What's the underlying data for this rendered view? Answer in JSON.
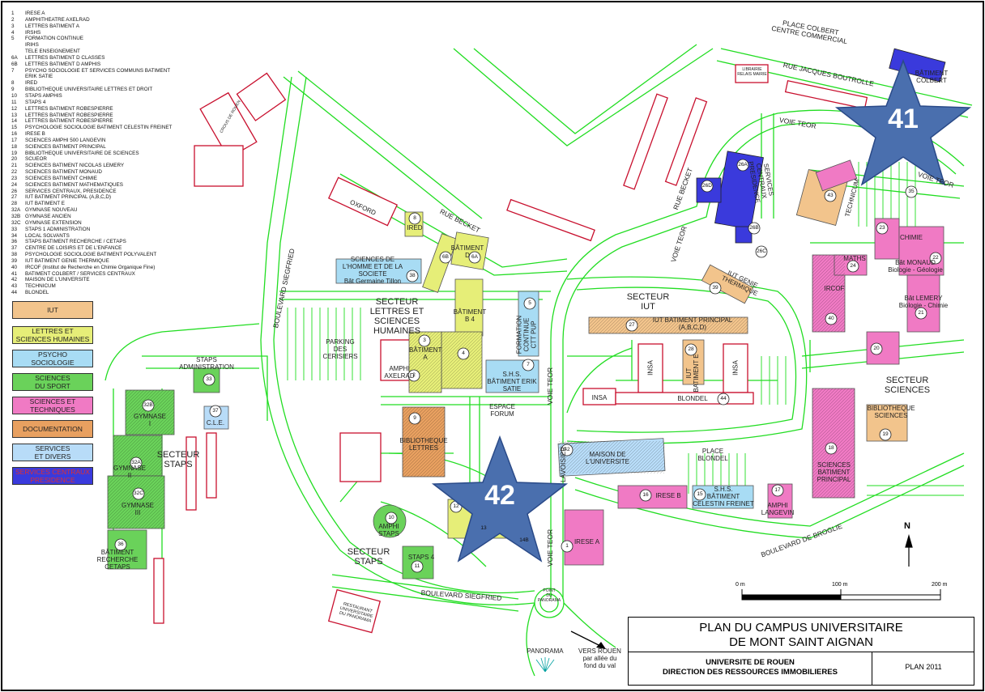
{
  "legend_entries": [
    {
      "num": "1",
      "name": "IRESE A"
    },
    {
      "num": "2",
      "name": "AMPHITHEATRE AXELRAD"
    },
    {
      "num": "3",
      "name": "LETTRES BATIMENT A"
    },
    {
      "num": "4",
      "name": "IRSHS"
    },
    {
      "num": "5",
      "name": "FORMATION CONTINUE"
    },
    {
      "num": "",
      "name": "IRIHS"
    },
    {
      "num": "",
      "name": "TELE ENSEIGNEMENT"
    },
    {
      "num": "6A",
      "name": "LETTRES BATIMENT D CLASSES"
    },
    {
      "num": "6B",
      "name": "LETTRES BATIMENT D AMPHIS"
    },
    {
      "num": "7",
      "name": "PSYCHO SOCIOLOGIE ET SERVICES COMMUNS BATIMENT"
    },
    {
      "num": "",
      "name": "ERIK SATIE"
    },
    {
      "num": "8",
      "name": "IRED"
    },
    {
      "num": "9",
      "name": "BIBLIOTHEQUE UNIVERSITAIRE LETTRES ET DROIT"
    },
    {
      "num": "10",
      "name": "STAPS AMPHIS"
    },
    {
      "num": "11",
      "name": "STAPS 4"
    },
    {
      "num": "12",
      "name": "LETTRES BATIMENT ROBESPIERRE"
    },
    {
      "num": "13",
      "name": "LETTRES BATIMENT ROBESPIERRE"
    },
    {
      "num": "14",
      "name": "LETTRES BATIMENT ROBESPIERRE"
    },
    {
      "num": "15",
      "name": "PSYCHOLOGIE SOCIOLOGIE BATIMENT CELESTIN FREINET"
    },
    {
      "num": "16",
      "name": "IRESE B"
    },
    {
      "num": "17",
      "name": "SCIENCES AMPHI 500 LANGEVIN"
    },
    {
      "num": "18",
      "name": "SCIENCES BATIMENT PRINCIPAL"
    },
    {
      "num": "19",
      "name": "BIBLIOTHEQUE UNIVERSITAIRE DE SCIENCES"
    },
    {
      "num": "20",
      "name": "SCUEOR"
    },
    {
      "num": "21",
      "name": "SCIENCES BATIMENT NICOLAS LEMERY"
    },
    {
      "num": "22",
      "name": "SCIENCES BATIMENT MONAUD"
    },
    {
      "num": "23",
      "name": "SCIENCES BATIMENT CHIMIE"
    },
    {
      "num": "24",
      "name": "SCIENCES BATIMENT MATHEMATIQUES"
    },
    {
      "num": "26",
      "name": "SERVICES CENTRAUX, PRESIDENCE"
    },
    {
      "num": "27",
      "name": "IUT BATIMENT PRINCIPAL (A,B,C,D)"
    },
    {
      "num": "28",
      "name": "IUT BATIMENT E"
    },
    {
      "num": "32A",
      "name": "GYMNASE NOUVEAU"
    },
    {
      "num": "32B",
      "name": "GYMNASE ANCIEN"
    },
    {
      "num": "32C",
      "name": "GYMNASE EXTENSION"
    },
    {
      "num": "33",
      "name": "STAPS 1 ADMINISTRATION"
    },
    {
      "num": "34",
      "name": "LOCAL SOLVANTS"
    },
    {
      "num": "36",
      "name": "STAPS BATIMENT RECHERCHE / CETAPS"
    },
    {
      "num": "37",
      "name": "CENTRE DE LOISIRS ET DE L'ENFANCE"
    },
    {
      "num": "38",
      "name": "PSYCHOLOGIE SOCIOLOGIE BATIMENT POLYVALENT"
    },
    {
      "num": "39",
      "name": "IUT BATIMENT GENIE THERMIQUE"
    },
    {
      "num": "40",
      "name": "IRCOF (Institut de Recherche en Chimie Organique Fine)"
    },
    {
      "num": "41",
      "name": "BATIMENT COLBERT / SERVICES CENTRAUX"
    },
    {
      "num": "42",
      "name": "MAISON DE L'UNIVERSITE"
    },
    {
      "num": "43",
      "name": "TECHNICUM"
    },
    {
      "num": "44",
      "name": "BLONDEL"
    }
  ],
  "categories": [
    {
      "label": "IUT",
      "color": "#f2c48c"
    },
    {
      "label": "LETTRES ET\nSCIENCES HUMAINES",
      "color": "#e6ee78"
    },
    {
      "label": "PSYCHO\nSOCIOLOGIE",
      "color": "#a8dcf4"
    },
    {
      "label": "SCIENCES\nDU SPORT",
      "color": "#6ad25a"
    },
    {
      "label": "SCIENCES ET\nTECHNIQUES",
      "color": "#f07ac4"
    },
    {
      "label": "DOCUMENTATION",
      "color": "#e8a060"
    },
    {
      "label": "SERVICES\nET DIVERS",
      "color": "#b8dcf8"
    },
    {
      "label": "SERVICES CENTRAUX\nPRESIDENCE",
      "color": "#3a3adc"
    }
  ],
  "colors": {
    "road": "#22dd22",
    "building_outline": "#c8102e",
    "star": "#4a6fae",
    "star_outline": "#2a4a88"
  },
  "sectors": {
    "lettres": "SECTEUR\nLETTRES ET\nSCIENCES\nHUMAINES",
    "iut": "SECTEUR\nIUT",
    "sciences": "SECTEUR\nSCIENCES",
    "staps_west": "SECTEUR\nSTAPS",
    "staps_south": "SECTEUR\nSTAPS"
  },
  "roads": {
    "boulevard_siegfried_vertical": "BOULEVARD SIEGFRIED",
    "boulevard_siegfried_bottom": "BOULEVARD SIEGFRIED",
    "rue_becket": "RUE BECKET",
    "rue_becket_2": "RUE BECKET",
    "voie_teor_1": "VOIE TEOR",
    "voie_teor_2": "VOIE TEOR",
    "voie_teor_3": "VOIE TEOR",
    "voie_teor_4": "VOIE TEOR",
    "voie_teor_5": "VOIE TEOR",
    "rue_jacques_boutrolle": "RUE JACQUES BOUTROLLE",
    "boulevard_de_broglie": "BOULEVARD DE BROGLIE",
    "lavoisier": "LAVOISIER",
    "place_colbert": "PLACE COLBERT\nCENTRE COMMERCIAL"
  },
  "buildings": {
    "batiment_colbert": "BÂTIMENT\nCOLBERT",
    "chimie": "CHIMIE",
    "maths": "MATHS",
    "bat_monaud": "Bât MONAUD\nBiologie - Géologie",
    "bat_lemery": "Bât LEMERY\nBiologie - Chimie",
    "ircof": "IRCOF",
    "technicum": "TECHNICUM",
    "services_centraux": "SERVICES\nCENTRAUX\nPRESIDENCE",
    "iut_genie": "IUT GENIE\nTHERMIQUE",
    "iut_principal": "IUT BATIMENT PRINCIPAL\n(A,B,C,D)",
    "insa_1": "INSA",
    "insa_2": "INSA",
    "insa_3": "INSA",
    "iut_bat_e": "IUT\nBATIMENT E",
    "blondel": "BLONDEL",
    "bibliotheque_sciences": "BIBLIOTHEQUE\nSCIENCES",
    "sciences_principal": "SCIENCES\nBATIMENT\nPRINCIPAL",
    "place_blondel": "PLACE\nBLONDEL",
    "amphi_langevin": "AMPHI\nLANGEVIN",
    "irese_b": "IRESE B",
    "shs_freinet": "S.H.S.\nBÂTIMENT\nCELESTIN FREINET",
    "maison_universite": "MAISON DE\nL'UNIVERSITE",
    "irese_a": "IRESE A",
    "bibliotheque_lettres": "BIBLIOTHEQUE\nLETTRES",
    "espace_forum": "ESPACE\nFORUM",
    "shs_satie": "S.H.S.\nBÂTIMENT ERIK\nSATIE",
    "formation_continue": "FORMATION\nCONTINUE\nCTT PUP",
    "batiment_b4": "BÂTIMENT\nB 4",
    "batiment_a": "BÂTIMENT\nA",
    "batiment_d": "BÂTIMENT\nD",
    "amphi_axelrad": "AMPHI\nAXELRAD",
    "parking_cerisiers": "PARKING\nDES CERISIERS",
    "sciences_homme": "SCIENCES DE\nL'HOMME ET DE LA\nSOCIETE\nBât Germaine Tillon",
    "ired": "IRED",
    "oxford": "OXFORD",
    "staps_admin": "STAPS\nADMINISTRATION",
    "cle": "C.L.E.",
    "gymnase_1": "GYMNASE\nI",
    "gymnase_2": "GYMNASE\nII",
    "gymnase_3": "GYMNASE\nIII",
    "batiment_recherche": "BÂTIMENT\nRECHERCHE\nCETAPS",
    "amphi_staps": "AMPHI\nSTAPS",
    "staps4": "STAPS 4",
    "restaurant": "RESTAURANT\nUNIVERSITAIRE\nDU PANORAMA",
    "librairie": "LIBRAIRIE\nRELAIS MAIRIE",
    "crous": "CROUS DE ROUEN",
    "point_panorama": "POINT\nDU\nPANORAMA",
    "panorama": "PANORAMA",
    "vers_rouen": "VERS ROUEN\npar allée du\nfond du val"
  },
  "markers": [
    {
      "num": "1"
    },
    {
      "num": "2"
    },
    {
      "num": "3"
    },
    {
      "num": "4"
    },
    {
      "num": "5"
    },
    {
      "num": "6A"
    },
    {
      "num": "6B"
    },
    {
      "num": "7"
    },
    {
      "num": "8"
    },
    {
      "num": "9"
    },
    {
      "num": "10"
    },
    {
      "num": "11"
    },
    {
      "num": "12"
    },
    {
      "num": "13"
    },
    {
      "num": "14B"
    },
    {
      "num": "15"
    },
    {
      "num": "16"
    },
    {
      "num": "17"
    },
    {
      "num": "18"
    },
    {
      "num": "19"
    },
    {
      "num": "20"
    },
    {
      "num": "21"
    },
    {
      "num": "22"
    },
    {
      "num": "23"
    },
    {
      "num": "24"
    },
    {
      "num": "26A"
    },
    {
      "num": "26B"
    },
    {
      "num": "26C"
    },
    {
      "num": "26D"
    },
    {
      "num": "27"
    },
    {
      "num": "28"
    },
    {
      "num": "32A"
    },
    {
      "num": "32B"
    },
    {
      "num": "32C"
    },
    {
      "num": "33"
    },
    {
      "num": "35"
    },
    {
      "num": "36"
    },
    {
      "num": "37"
    },
    {
      "num": "38"
    },
    {
      "num": "39"
    },
    {
      "num": "40"
    },
    {
      "num": "42"
    },
    {
      "num": "43"
    },
    {
      "num": "44"
    }
  ],
  "stars": [
    {
      "num": "41"
    },
    {
      "num": "42"
    }
  ],
  "scale": {
    "zero": "0 m",
    "mid": "100 m",
    "max": "200 m"
  },
  "north": "N",
  "title": {
    "main": "PLAN DU CAMPUS UNIVERSITAIRE\nDE MONT SAINT AIGNAN",
    "sub": "UNIVERSITE DE ROUEN\nDIRECTION DES RESSOURCES IMMOBILIERES",
    "plan": "PLAN 2011"
  }
}
